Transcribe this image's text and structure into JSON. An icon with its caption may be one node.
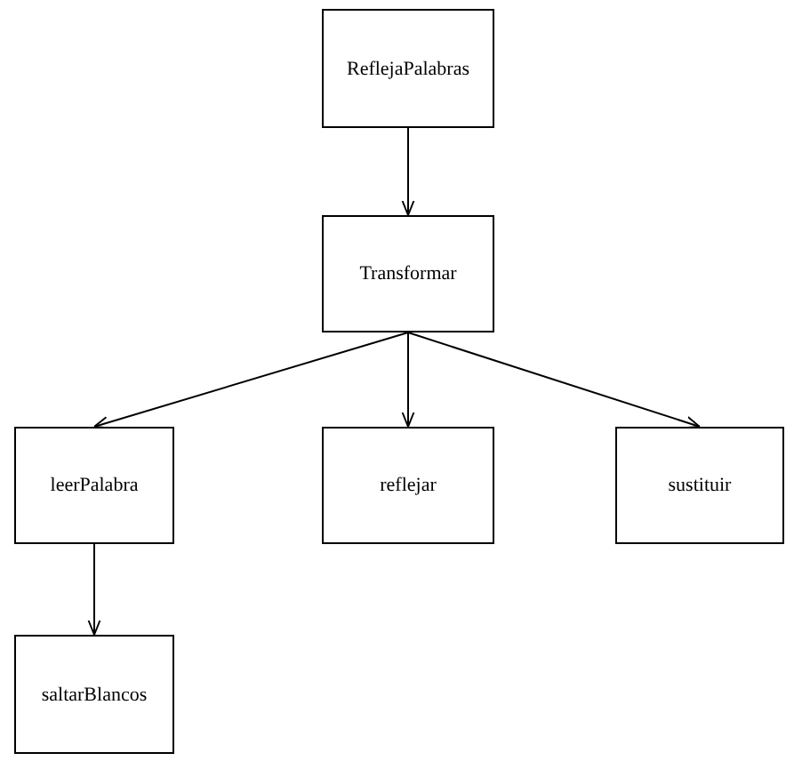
{
  "diagram": {
    "nodes": [
      {
        "text": [
          "ReflejaPalabras"
        ]
      },
      {
        "text": [
          "Transformar"
        ]
      },
      {
        "text": [
          "leerPalabra"
        ]
      },
      {
        "text": [
          "reflejar"
        ]
      },
      {
        "text": [
          "sustituir"
        ]
      },
      {
        "text": [
          "saltarBlancos"
        ]
      }
    ],
    "edges": [
      {
        "from": 0,
        "to": 1,
        "arrow": "to"
      },
      {
        "from": 1,
        "to": 2,
        "arrow": "to"
      },
      {
        "from": 1,
        "to": 3,
        "arrow": "to"
      },
      {
        "from": 1,
        "to": 4,
        "arrow": "to"
      },
      {
        "from": 2,
        "to": 5,
        "arrow": "to"
      }
    ]
  }
}
